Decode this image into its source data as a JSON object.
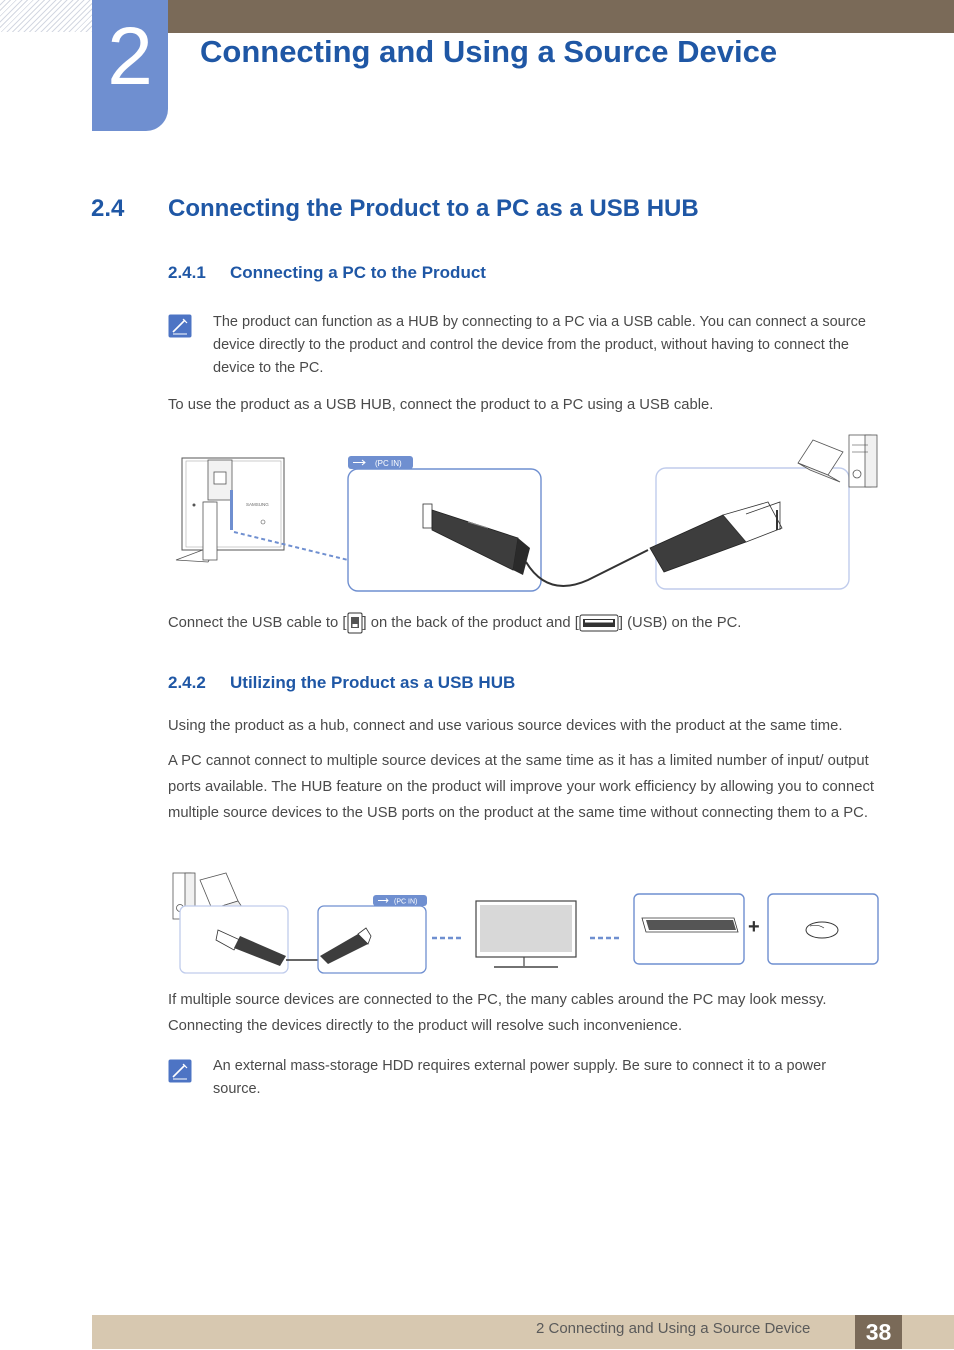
{
  "header": {
    "chapter_number": "2",
    "chapter_title": "Connecting and Using a Source Device"
  },
  "section": {
    "number": "2.4",
    "title": "Connecting the Product to a PC as a USB HUB"
  },
  "sub1": {
    "number": "2.4.1",
    "title": "Connecting a PC to the Product",
    "note": "The product can function as a HUB by connecting to a PC via a USB cable. You can connect a source device directly to the product and control the device from the product, without having to connect the device to the PC.",
    "intro": "To use the product as a USB HUB, connect the product to a PC using a USB cable.",
    "figure_label": "(PC IN)",
    "monitor_brand": "SAMSUNG",
    "caption_a": "Connect the USB cable to [",
    "caption_b": "] on the back of the product and [",
    "caption_c": "] (USB) on the PC."
  },
  "sub2": {
    "number": "2.4.2",
    "title": "Utilizing the Product as a USB HUB",
    "para1": "Using the product as a hub, connect and use various source devices with the product at the same time.",
    "para2": "A PC cannot connect to multiple source devices at the same time as it has a limited number of input/ output ports available. The HUB feature on the product will improve your work efficiency by allowing you to connect multiple source devices to the USB ports on the product at the same time without connecting them to a PC.",
    "figure_label": "(PC IN)",
    "para3": "If multiple source devices are connected to the PC, the many cables around the PC may look messy. Connecting the devices directly to the product will resolve such inconvenience.",
    "note": "An external mass-storage HDD requires external power supply. Be sure to connect it to a power source."
  },
  "footer": {
    "text": "2 Connecting and Using a Source Device",
    "page_number": "38"
  },
  "colors": {
    "heading_blue": "#1f57a5",
    "chapter_block": "#6f8fd0",
    "top_bar": "#7a6a58",
    "footer_bar": "#d7c8b0"
  },
  "icons": [
    "note-pencil-icon",
    "usb-b-port-icon",
    "usb-a-port-icon",
    "usb-symbol-icon"
  ]
}
